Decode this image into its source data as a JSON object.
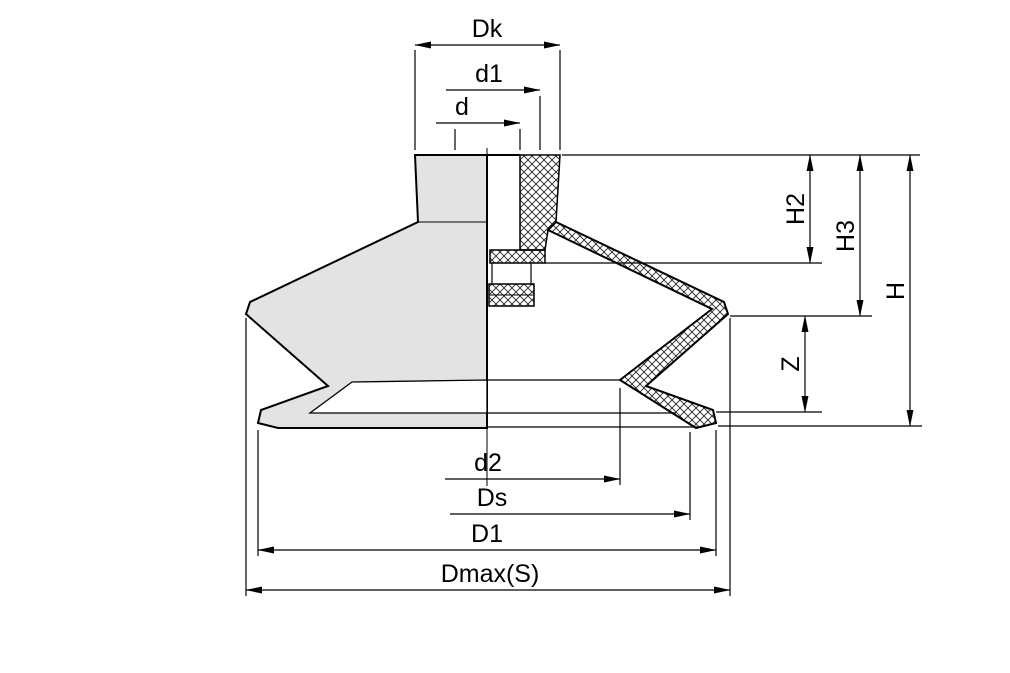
{
  "drawing": {
    "type": "technical cross-section drawing",
    "subject": "Bellows suction cup, half outside view / half section, with dimension callouts",
    "style": {
      "background": "#ffffff",
      "outline": "#000000",
      "body_fill": "#e3e3e3",
      "hatch": "#1a1a1a"
    },
    "dimensions": {
      "top": [
        {
          "key": "Dk",
          "label": "Dk"
        },
        {
          "key": "d1",
          "label": "d1"
        },
        {
          "key": "d",
          "label": "d"
        }
      ],
      "right": [
        {
          "key": "H2",
          "label": "H2"
        },
        {
          "key": "H3",
          "label": "H3"
        },
        {
          "key": "H",
          "label": "H"
        },
        {
          "key": "Z",
          "label": "Z"
        }
      ],
      "bottom": [
        {
          "key": "d2",
          "label": "d2"
        },
        {
          "key": "Ds",
          "label": "Ds"
        },
        {
          "key": "D1",
          "label": "D1"
        },
        {
          "key": "Dmax",
          "label": "Dmax(S)"
        }
      ]
    }
  }
}
